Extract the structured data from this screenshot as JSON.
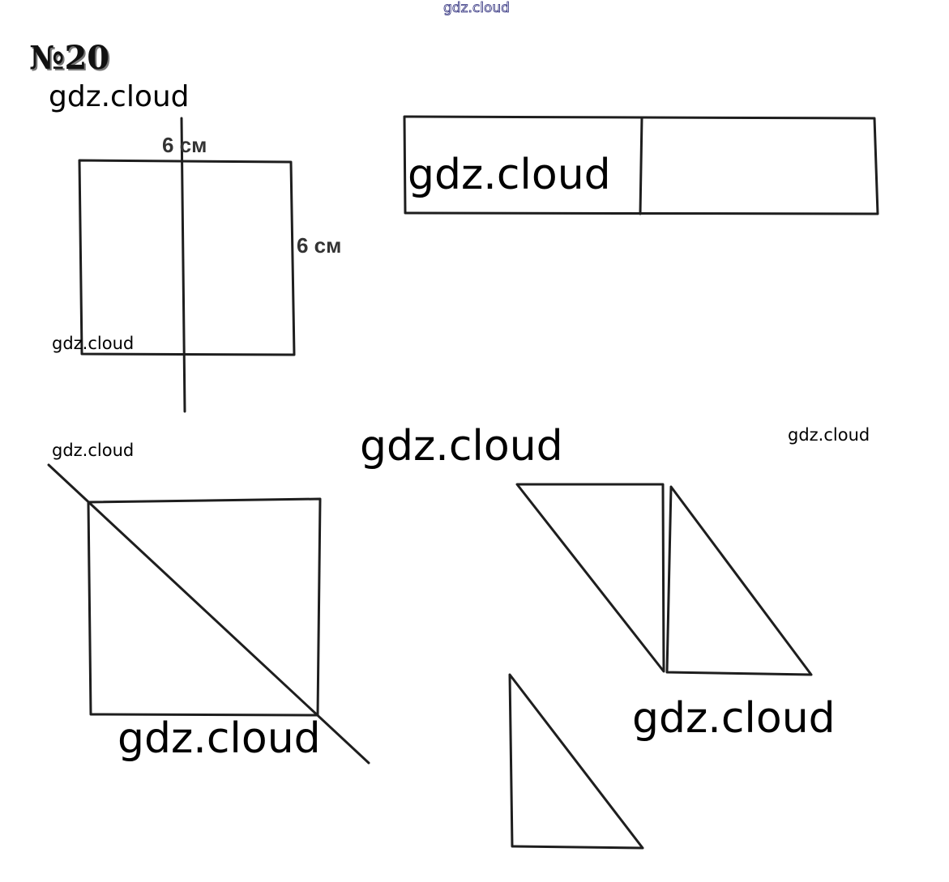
{
  "problem_number": "№20",
  "dimension_labels": {
    "top_side": "6 см",
    "right_side": "6 см"
  },
  "watermarks": {
    "top_center": "gdz.cloud",
    "under_number": "gdz.cloud",
    "in_rectangle": "gdz.cloud",
    "square_bottom_left": "gdz.cloud",
    "above_diag_square": "gdz.cloud",
    "center": "gdz.cloud",
    "right_small": "gdz.cloud",
    "below_diag_square": "gdz.cloud",
    "right_large": "gdz.cloud"
  },
  "colors": {
    "line": "#1e1e1e",
    "text": "#000000",
    "top_watermark_outline": "#2a2a7a"
  }
}
